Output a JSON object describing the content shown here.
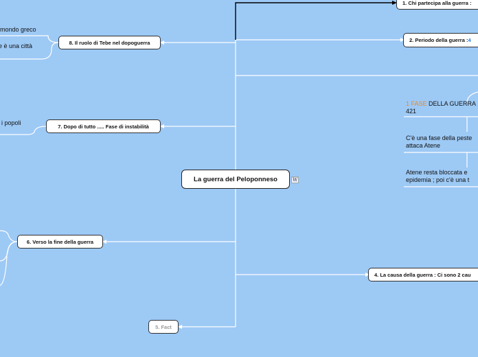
{
  "colors": {
    "background": "#9dc9f5",
    "line": "#ffffff",
    "highlight": "#e8892a",
    "accent": "#2a7bd8"
  },
  "central": {
    "title": "La guerra del Peloponneso",
    "badge": "W"
  },
  "branches": {
    "b1": "1. Chi partecipa alla guerra :",
    "b2_prefix": "2. Periodo della guerra : ",
    "b2_suffix": "4",
    "b4": "4. La causa della guerra : Ci sono 2 cau",
    "b5": "5. Fact",
    "b6": "6. Verso la fine della guerra",
    "b7": "7. Dopo di tutto  ..... Fase di instabilità",
    "b8": "8. Il ruolo di Tebe nel dopoguerra"
  },
  "phase": {
    "label_highlight": "1 FASE",
    "label_rest": " DELLA GUERRA",
    "years": "421",
    "item1_line1": "C'è una fase della peste",
    "item1_line2": "attaca Atene",
    "item2_line1": "Atene resta bloccata e",
    "item2_line2": "epidemia ; poi c'è una t"
  },
  "left_notes": {
    "n1": "mondo greco",
    "n2": "e è una città",
    "n3": "i popoli"
  }
}
